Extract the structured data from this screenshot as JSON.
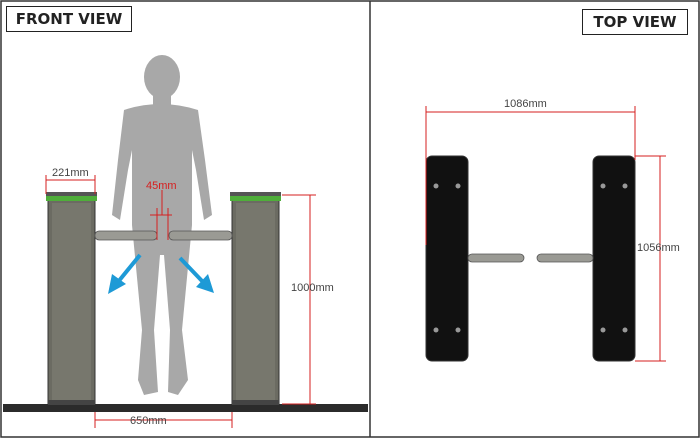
{
  "front_view": {
    "title": "FRONT VIEW",
    "dim_post_width": "221mm",
    "dim_arm_gap": "45mm",
    "dim_height": "1000mm",
    "dim_passage": "650mm"
  },
  "top_view": {
    "title": "TOP VIEW",
    "dim_span": "1086mm",
    "dim_depth": "1056mm"
  },
  "colors": {
    "post": "#6b6b62",
    "post_top": "#4fae3a",
    "arm": "#9a9a94",
    "floor": "#2b2b2b",
    "person": "#a8a8a8",
    "arrow": "#1e9ad6",
    "dimension": "#d61f1f",
    "pad": "#111111"
  }
}
